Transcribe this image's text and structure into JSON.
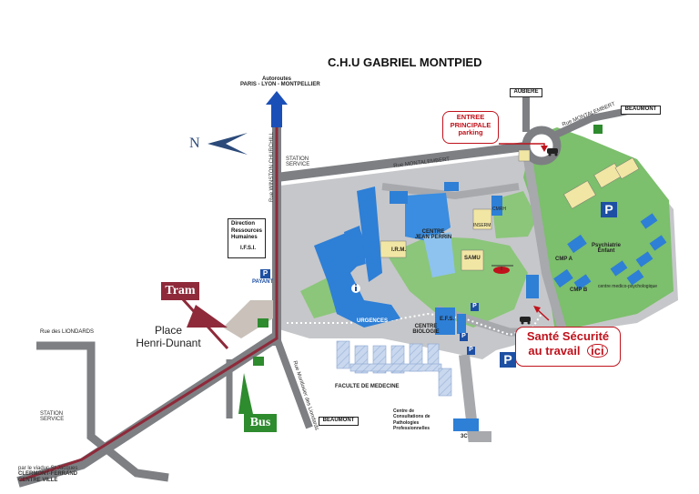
{
  "title": "C.H.U GABRIEL MONTPIED",
  "autoroutes": {
    "line1": "Autoroutes",
    "line2": "PARIS - LYON - MONTPELLIER"
  },
  "compass": {
    "label": "N"
  },
  "exits": {
    "aubiere": "AUBIERE",
    "beaumont_top": "BEAUMONT",
    "beaumont_bottom": "BEAUMONT"
  },
  "streets": {
    "montalembert_top": "Rue MONTALEMBERT",
    "montalembert_mid": "Rue MONTALEMBERT",
    "churchill": "Rue WINSTON CHURCHILL",
    "liondards": "Rue des LIONDARDS",
    "monteil": "Rue Montlosier des Liondards"
  },
  "entrance": {
    "line1": "ENTREE",
    "line2": "PRINCIPALE",
    "line3": "parking"
  },
  "station_top": {
    "line1": "STATION",
    "line2": "SERVICE"
  },
  "station_left": {
    "line1": "STATION",
    "line2": "SERVICE"
  },
  "direction_box": {
    "line1": "Direction",
    "line2": "Ressources",
    "line3": "Humaines",
    "line4": "I.F.S.I."
  },
  "parking": {
    "p": "P",
    "payant": "PAYANT"
  },
  "transit": {
    "tram": "Tram",
    "bus": "Bus"
  },
  "place": {
    "line1": "Place",
    "line2": "Henri-Dunant"
  },
  "buildings": {
    "irm": "I.R.M.",
    "centre_jean_perrin": "CENTRE\nJEAN PERRIN",
    "inserm": "INSERM",
    "cmrh": "CMRH",
    "samu": "SAMU",
    "urgences": "URGENCES",
    "efs": "E.F.S.",
    "centre_biologie": "CENTRE\nBIOLOGIE",
    "cmp_a": "CMP A",
    "cmp_b": "CMP B",
    "psychiatrie": "Psychiatrie\nEnfant",
    "medico": "centre medico-psychologique",
    "faculte": "FACULTE  DE  MEDECINE",
    "consultations": "Centre de\nConsultations de\nPathologies\nProfessionnelles",
    "c3": "3C"
  },
  "sante": {
    "line1": "Santé Sécurité",
    "line2": "au travail",
    "ici": "ici"
  },
  "viaduct": {
    "line1": "par le viaduc St Jacques",
    "line2": "CLERMONT-FERRAND",
    "line3": "CENTRE VILLE"
  },
  "icons": [
    "helicopter-icon",
    "car-icon",
    "tram-icon",
    "bus-icon",
    "compass-arrow-icon",
    "info-icon"
  ],
  "colors": {
    "road": "#7d7f83",
    "tram": "#8e2a3a",
    "green": "#5fb45a",
    "building": "#2e7fd6",
    "yellow": "#f2e6a4",
    "red": "#c0121c",
    "parking": "#1d4fa3"
  }
}
